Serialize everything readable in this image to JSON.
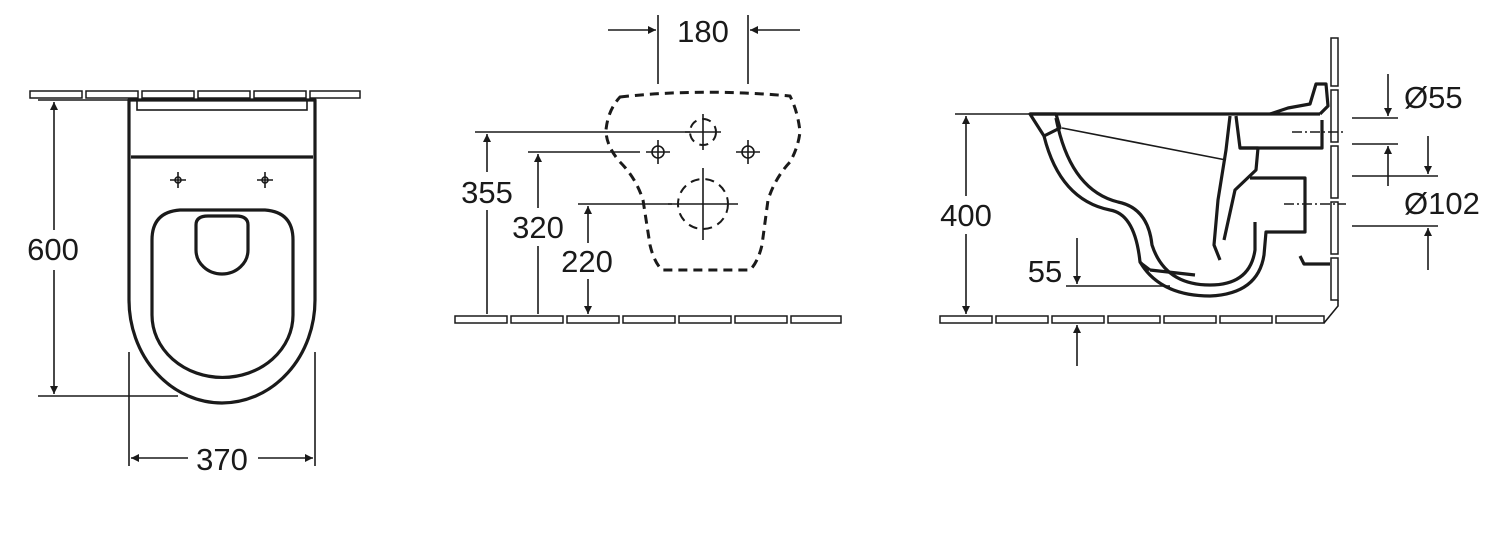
{
  "top_view": {
    "length_label": "600",
    "width_label": "370"
  },
  "front_view": {
    "hole_spacing_label": "180",
    "height_355_label": "355",
    "height_320_label": "320",
    "height_220_label": "220"
  },
  "side_view": {
    "height_label": "400",
    "inlet_diameter_label": "Ø55",
    "outlet_diameter_label": "Ø102",
    "floor_gap_label": "55"
  },
  "colors": {
    "line": "#1a1a1a",
    "background": "#ffffff"
  }
}
